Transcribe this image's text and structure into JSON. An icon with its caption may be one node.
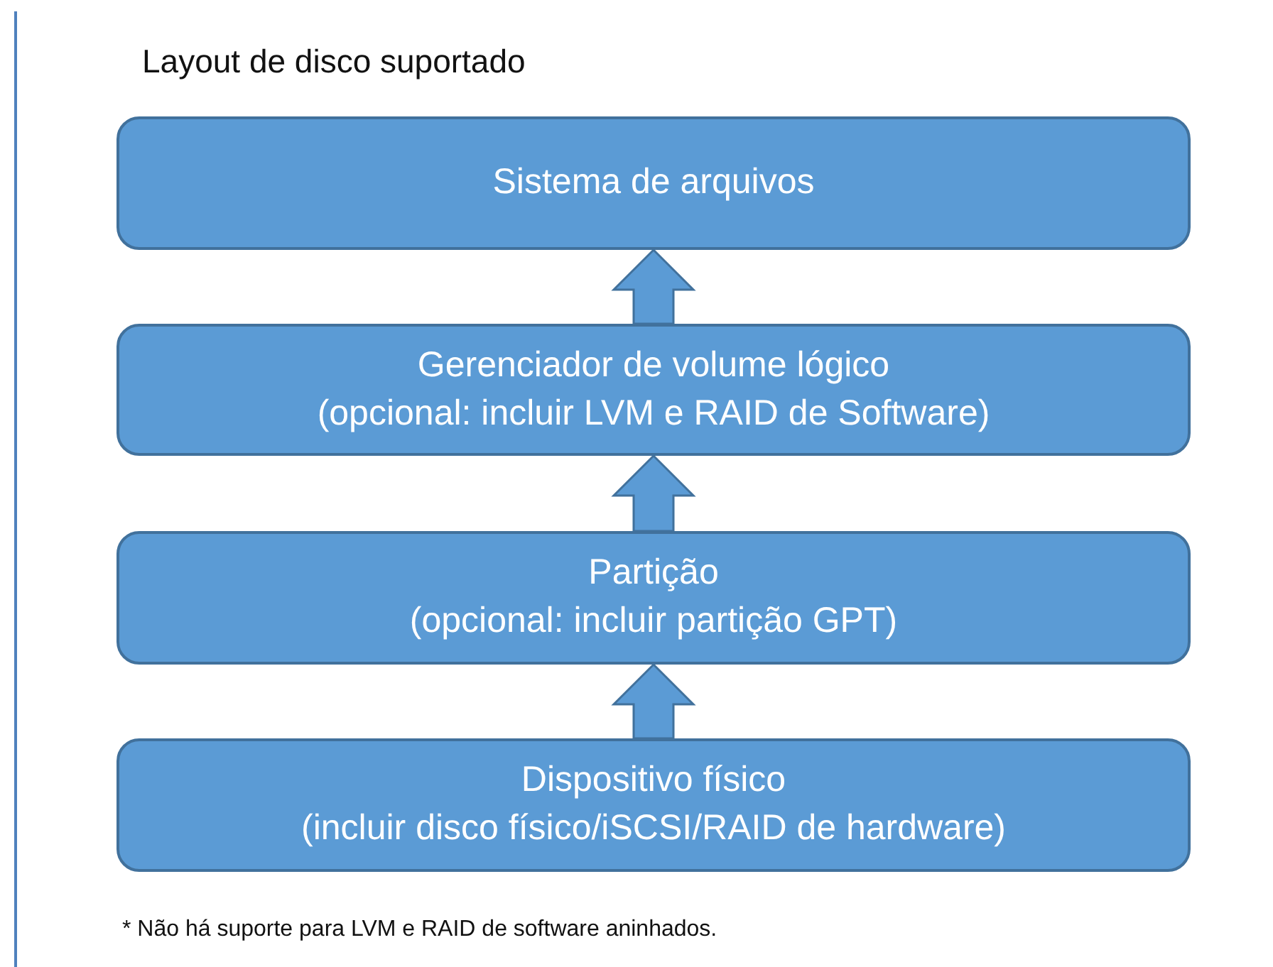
{
  "diagram": {
    "title": "Layout de disco suportado",
    "nodes": [
      {
        "text": [
          "Sistema de arquivos"
        ]
      },
      {
        "text": [
          "Gerenciador de volume lógico",
          "(opcional: incluir LVM e RAID de Software)"
        ]
      },
      {
        "text": [
          "Partição",
          "(opcional: incluir partição GPT)"
        ]
      },
      {
        "text": [
          "Dispositivo físico",
          "(incluir disco físico/iSCSI/RAID de hardware)"
        ]
      }
    ],
    "edges": [
      {
        "from": 3,
        "to": 2,
        "arrow": "to"
      },
      {
        "from": 2,
        "to": 1,
        "arrow": "to"
      },
      {
        "from": 1,
        "to": 0,
        "arrow": "to"
      }
    ],
    "labels": [
      "* Não há suporte para LVM e RAID de software aninhados."
    ]
  }
}
